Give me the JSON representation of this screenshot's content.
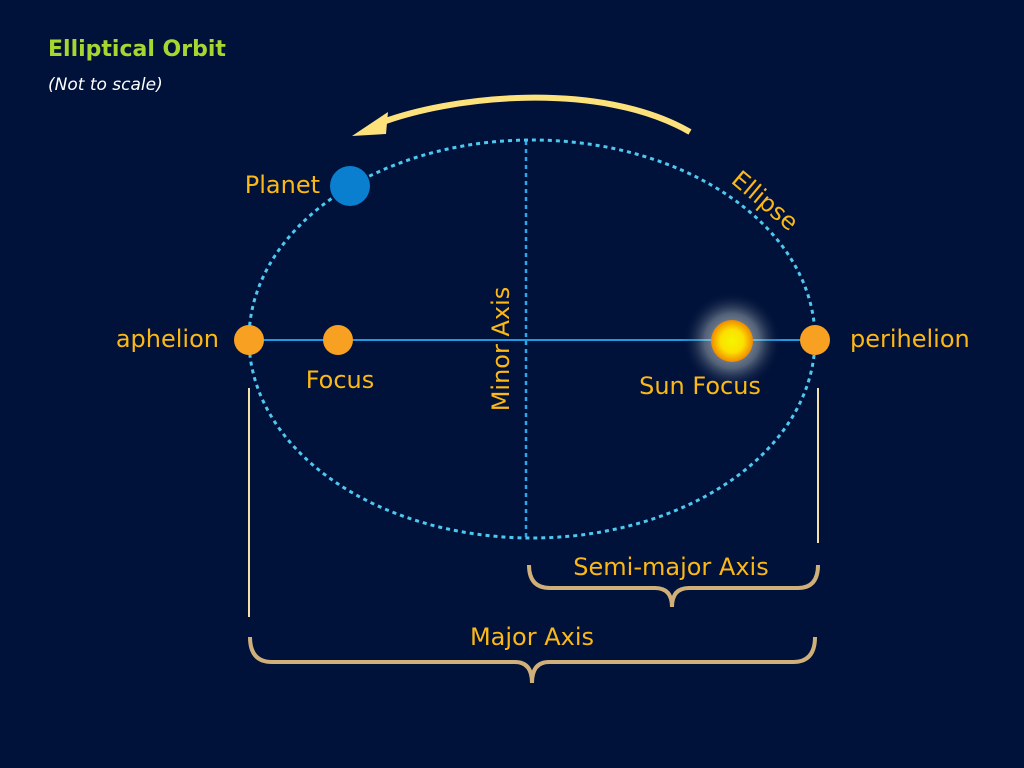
{
  "title": "Elliptical Orbit",
  "subtitle": "(Not to scale)",
  "labels": {
    "planet": "Planet",
    "ellipse": "Ellipse",
    "aphelion": "aphelion",
    "perihelion": "perihelion",
    "focus": "Focus",
    "sun_focus": "Sun Focus",
    "minor_axis": "Minor Axis",
    "semi_major_axis": "Semi-major Axis",
    "major_axis": "Major Axis"
  },
  "colors": {
    "background": "#00113a",
    "title": "#a6d730",
    "label": "#fcb814",
    "orbit": "#4fc8f0",
    "axis_line": "#1e9ae0",
    "planet": "#0a7fd0",
    "point": "#f7a021",
    "brace": "#d0b078",
    "arrow": "#fde17a"
  }
}
